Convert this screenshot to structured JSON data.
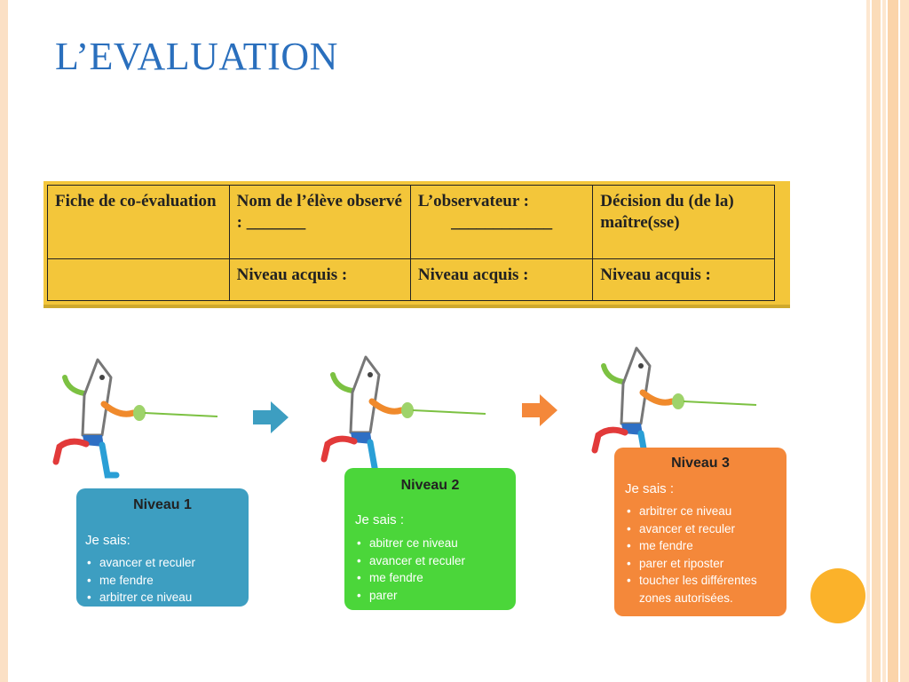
{
  "slide": {
    "title": "L’EVALUATION"
  },
  "table": {
    "header": [
      "Fiche de co-évaluation",
      "Nom de l’élève observé : _______",
      "L’observateur : ",
      "Décision du (de la) maître(sse)"
    ],
    "observer_blank": "____________",
    "row2": [
      "",
      "Niveau acquis :",
      "Niveau acquis :",
      "Niveau acquis :"
    ]
  },
  "levels": [
    {
      "title": "Niveau 1",
      "intro": "Je sais:",
      "items": [
        "avancer et reculer",
        "me fendre",
        "arbitrer ce niveau"
      ]
    },
    {
      "title": "Niveau 2",
      "intro": "Je sais :",
      "items": [
        "abitrer ce niveau",
        "avancer et reculer",
        "me fendre",
        "parer"
      ]
    },
    {
      "title": "Niveau 3",
      "intro": "Je sais :",
      "items": [
        "arbitrer ce niveau",
        "avancer et reculer",
        "me fendre",
        "parer et riposter",
        "toucher  les différentes zones autorisées."
      ]
    }
  ],
  "colors": {
    "title": "#2a6fbd",
    "table_bg": "#f3c63a",
    "level1": "#3d9ec1",
    "level2": "#4bd63a",
    "level3": "#f4883a",
    "arrow1": "#3d9ec1",
    "arrow2": "#f4883a",
    "dot": "#fbb22a"
  },
  "icons": [
    "fencer-icon",
    "arrow-right-icon"
  ]
}
